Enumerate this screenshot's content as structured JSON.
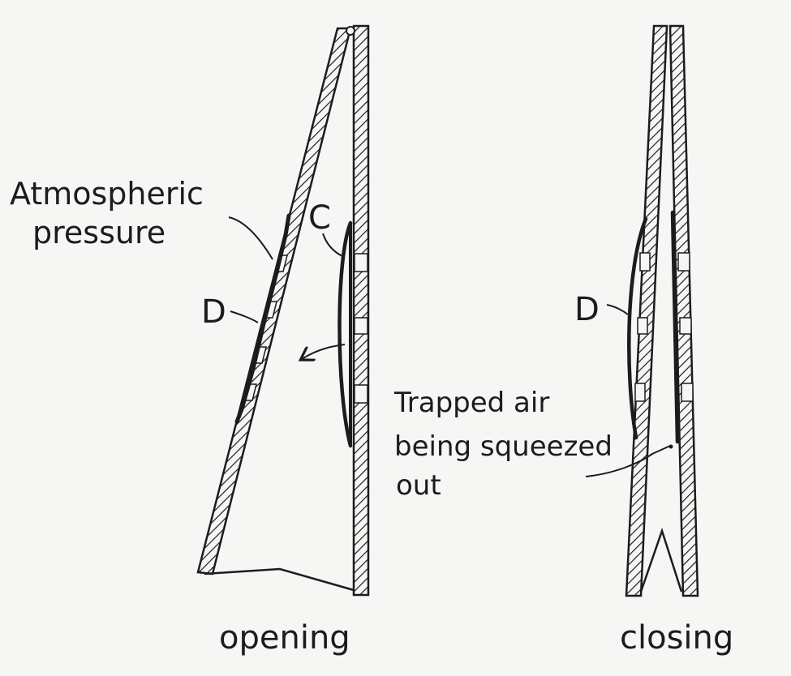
{
  "labels": {
    "atmospheric_line1": "Atmospheric",
    "atmospheric_line2": "pressure",
    "c_label": "C",
    "d_left": "D",
    "d_right": "D",
    "trapped_line1": "Trapped air",
    "trapped_line2": "being squeezed",
    "trapped_line3": "out",
    "opening": "opening",
    "closing": "closing"
  },
  "colors": {
    "ink": "#1c1c1c",
    "paper": "#f6f6f4"
  }
}
